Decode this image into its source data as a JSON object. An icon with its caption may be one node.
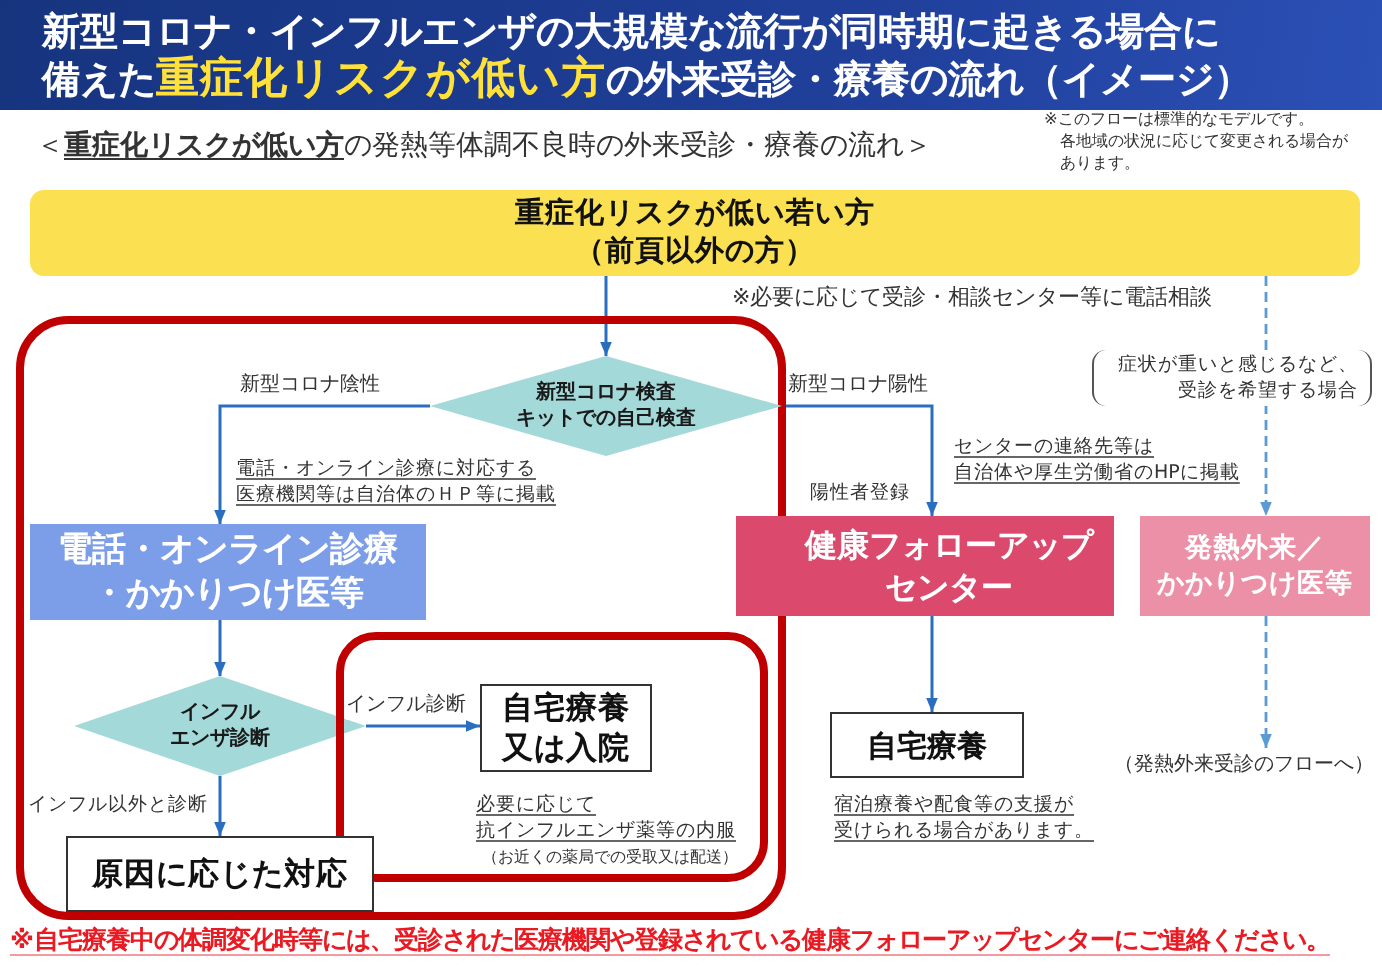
{
  "diagram": {
    "title": "新型コロナ・インフルエンザの大規模な流行が同時期に起きる場合に備えた**重症化リスクが低い方**の外来受診・療養の流れ（イメージ）",
    "nodes": [
      {
        "text": [
          "重症化リスクが低い若い方",
          "（前頁以外の方）"
        ]
      },
      {
        "text": [],
        "shape": "box"
      },
      {
        "text": [
          "新型コロナ検査キットでの自己検査"
        ],
        "in": 1
      },
      {
        "text": [
          "電話・オンライン診療・かかりつけ医等"
        ],
        "in": 1
      },
      {
        "text": [
          "インフルエンザ診断"
        ],
        "in": 1
      },
      {
        "text": [],
        "shape": "box",
        "in": 1
      },
      {
        "text": [
          "自宅療養又は入院"
        ],
        "in": 5,
        "beside": [
          "必要に応じて抗インフルエンザ薬等の内服",
          "（お近くの薬局での受取又は配送）"
        ]
      },
      {
        "text": [
          "原因に応じた対応"
        ],
        "in": 1
      },
      {
        "text": [
          "健康フォローアップセンター"
        ]
      },
      {
        "text": [
          "自宅療養"
        ],
        "beside": [
          "宿泊療養や配食等の支援が受けられる場合があります。"
        ]
      },
      {
        "text": [
          "発熱外来／かかりつけ医等"
        ]
      },
      {
        "text": [
          "（発熱外来受診のフローへ）"
        ]
      }
    ],
    "edges": [
      {
        "from": 0,
        "to": 2,
        "arrow": "to"
      },
      {
        "from": 2,
        "to": 3,
        "arrow": "to",
        "label": "新型コロナ陰性"
      },
      {
        "from": 2,
        "to": 8,
        "arrow": "to",
        "label": "新型コロナ陽性"
      },
      {
        "from": 3,
        "to": 4,
        "arrow": "to"
      },
      {
        "from": 4,
        "to": 6,
        "arrow": "to",
        "label": "インフル診断"
      },
      {
        "from": 4,
        "to": 7,
        "arrow": "to",
        "label": "インフル以外と診断"
      },
      {
        "from": 8,
        "to": 9,
        "arrow": "to"
      },
      {
        "from": 0,
        "to": 10,
        "arrow": "to",
        "label": "症状が重いと感じるなど、受診を希望する場合",
        "style": "dashed",
        "color": "#5b9bd5"
      },
      {
        "from": 10,
        "to": 11,
        "arrow": "to",
        "style": "dashed",
        "color": "#5b9bd5"
      }
    ],
    "labels": [
      "＜**重症化リスクが低い方**の発熱等体調不良時の外来受診・療養の流れ＞",
      "※このフローは標準的なモデルです。各地域の状況に応じて変更される場合があります。",
      "※必要に応じて受診・相談センター等に電話相談",
      "電話・オンライン診療に対応する医療機関等は自治体のＨＰ等に掲載",
      "センターの連絡先等は自治体や厚生労働省のHPに掲載",
      "陽性者登録",
      "※自宅療養中の体調変化時等には、受診された医療機関や登録されている健康フォローアップセンターにご連絡ください。"
    ]
  }
}
